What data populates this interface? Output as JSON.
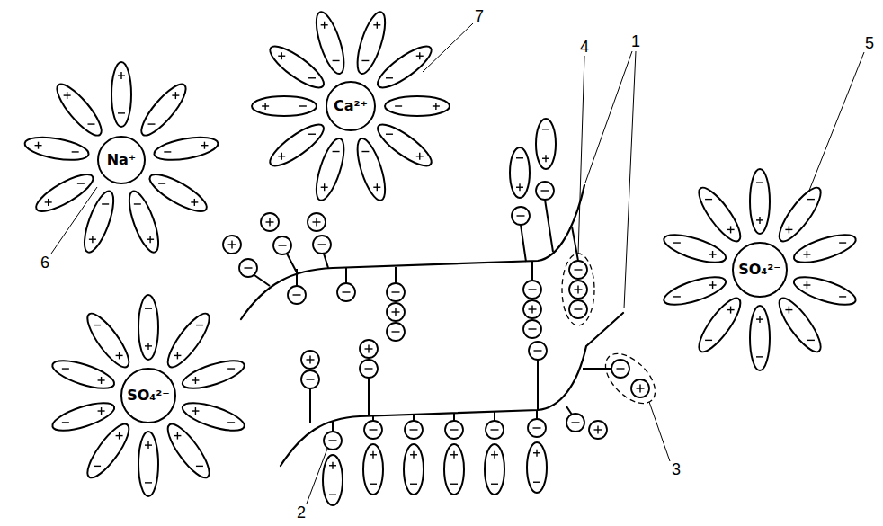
{
  "diagram": {
    "nodes": [
      {
        "text": [
          "Ca²⁺"
        ]
      },
      {
        "text": [
          "Na⁺"
        ]
      },
      {
        "text": [
          "SO₄²⁻"
        ]
      },
      {
        "text": [
          "SO₄²⁻"
        ]
      }
    ],
    "labels": [
      "7",
      "1",
      "4",
      "5",
      "6",
      "3",
      "2"
    ]
  }
}
